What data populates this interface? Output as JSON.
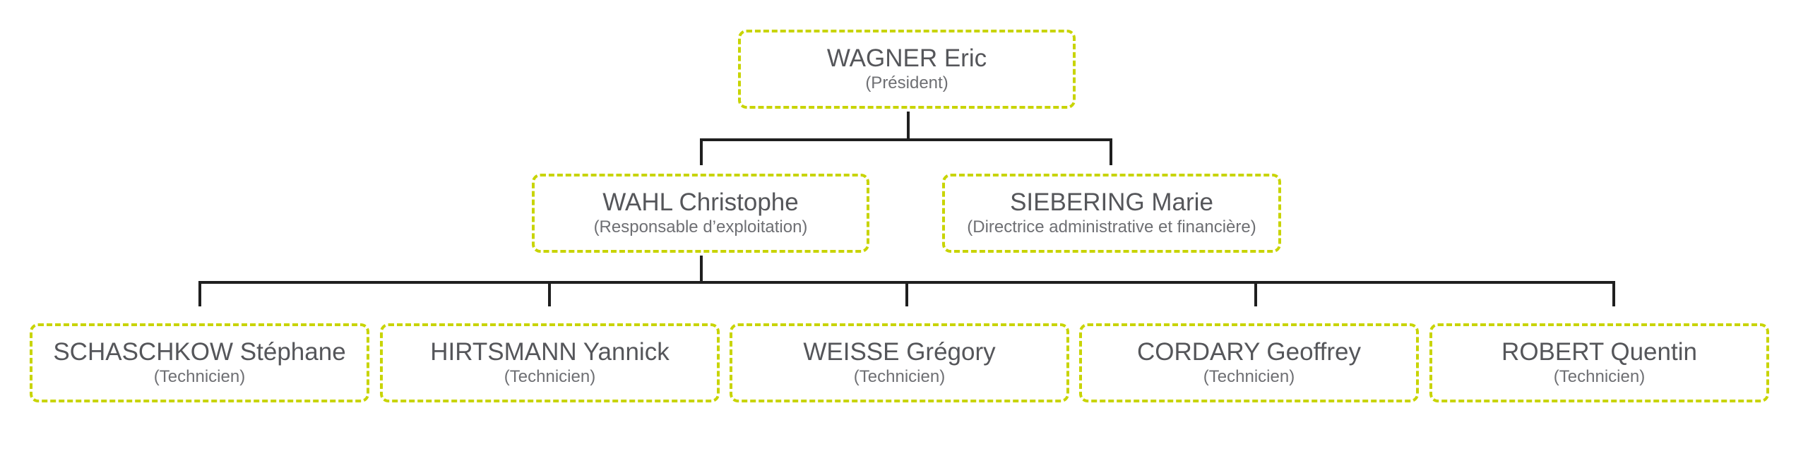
{
  "theme": {
    "border_color": "#c8d400",
    "line_color": "#1f1f1f",
    "text_color": "#55565a"
  },
  "nodes": {
    "president": {
      "name": "WAGNER Eric",
      "role": "(Président)"
    },
    "operations_manager": {
      "name": "WAHL Christophe",
      "role": "(Responsable d’exploitation)"
    },
    "finance_director": {
      "name": "SIEBERING Marie",
      "role": "(Directrice administrative et financière)"
    },
    "technicians": [
      {
        "name": "SCHASCHKOW Stéphane",
        "role": "(Technicien)"
      },
      {
        "name": "HIRTSMANN Yannick",
        "role": "(Technicien)"
      },
      {
        "name": "WEISSE Grégory",
        "role": "(Technicien)"
      },
      {
        "name": "CORDARY Geoffrey",
        "role": "(Technicien)"
      },
      {
        "name": "ROBERT Quentin",
        "role": "(Technicien)"
      }
    ]
  }
}
